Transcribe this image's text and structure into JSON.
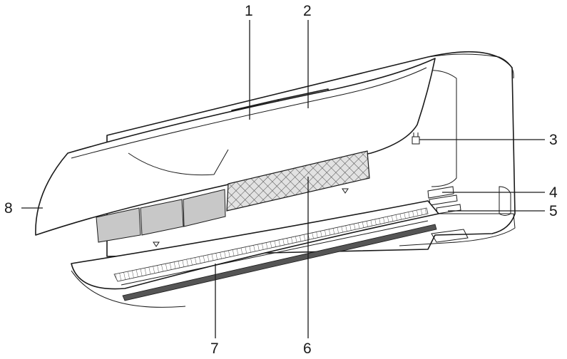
{
  "callouts": [
    {
      "id": "1",
      "label": "1"
    },
    {
      "id": "2",
      "label": "2"
    },
    {
      "id": "3",
      "label": "3"
    },
    {
      "id": "4",
      "label": "4"
    },
    {
      "id": "5",
      "label": "5"
    },
    {
      "id": "6",
      "label": "6"
    },
    {
      "id": "7",
      "label": "7"
    },
    {
      "id": "8",
      "label": "8"
    }
  ],
  "colors": {
    "line": "#1a1a1a",
    "filter_gray": "#c8c8c8",
    "mesh_fill": "#d9d9d9"
  }
}
